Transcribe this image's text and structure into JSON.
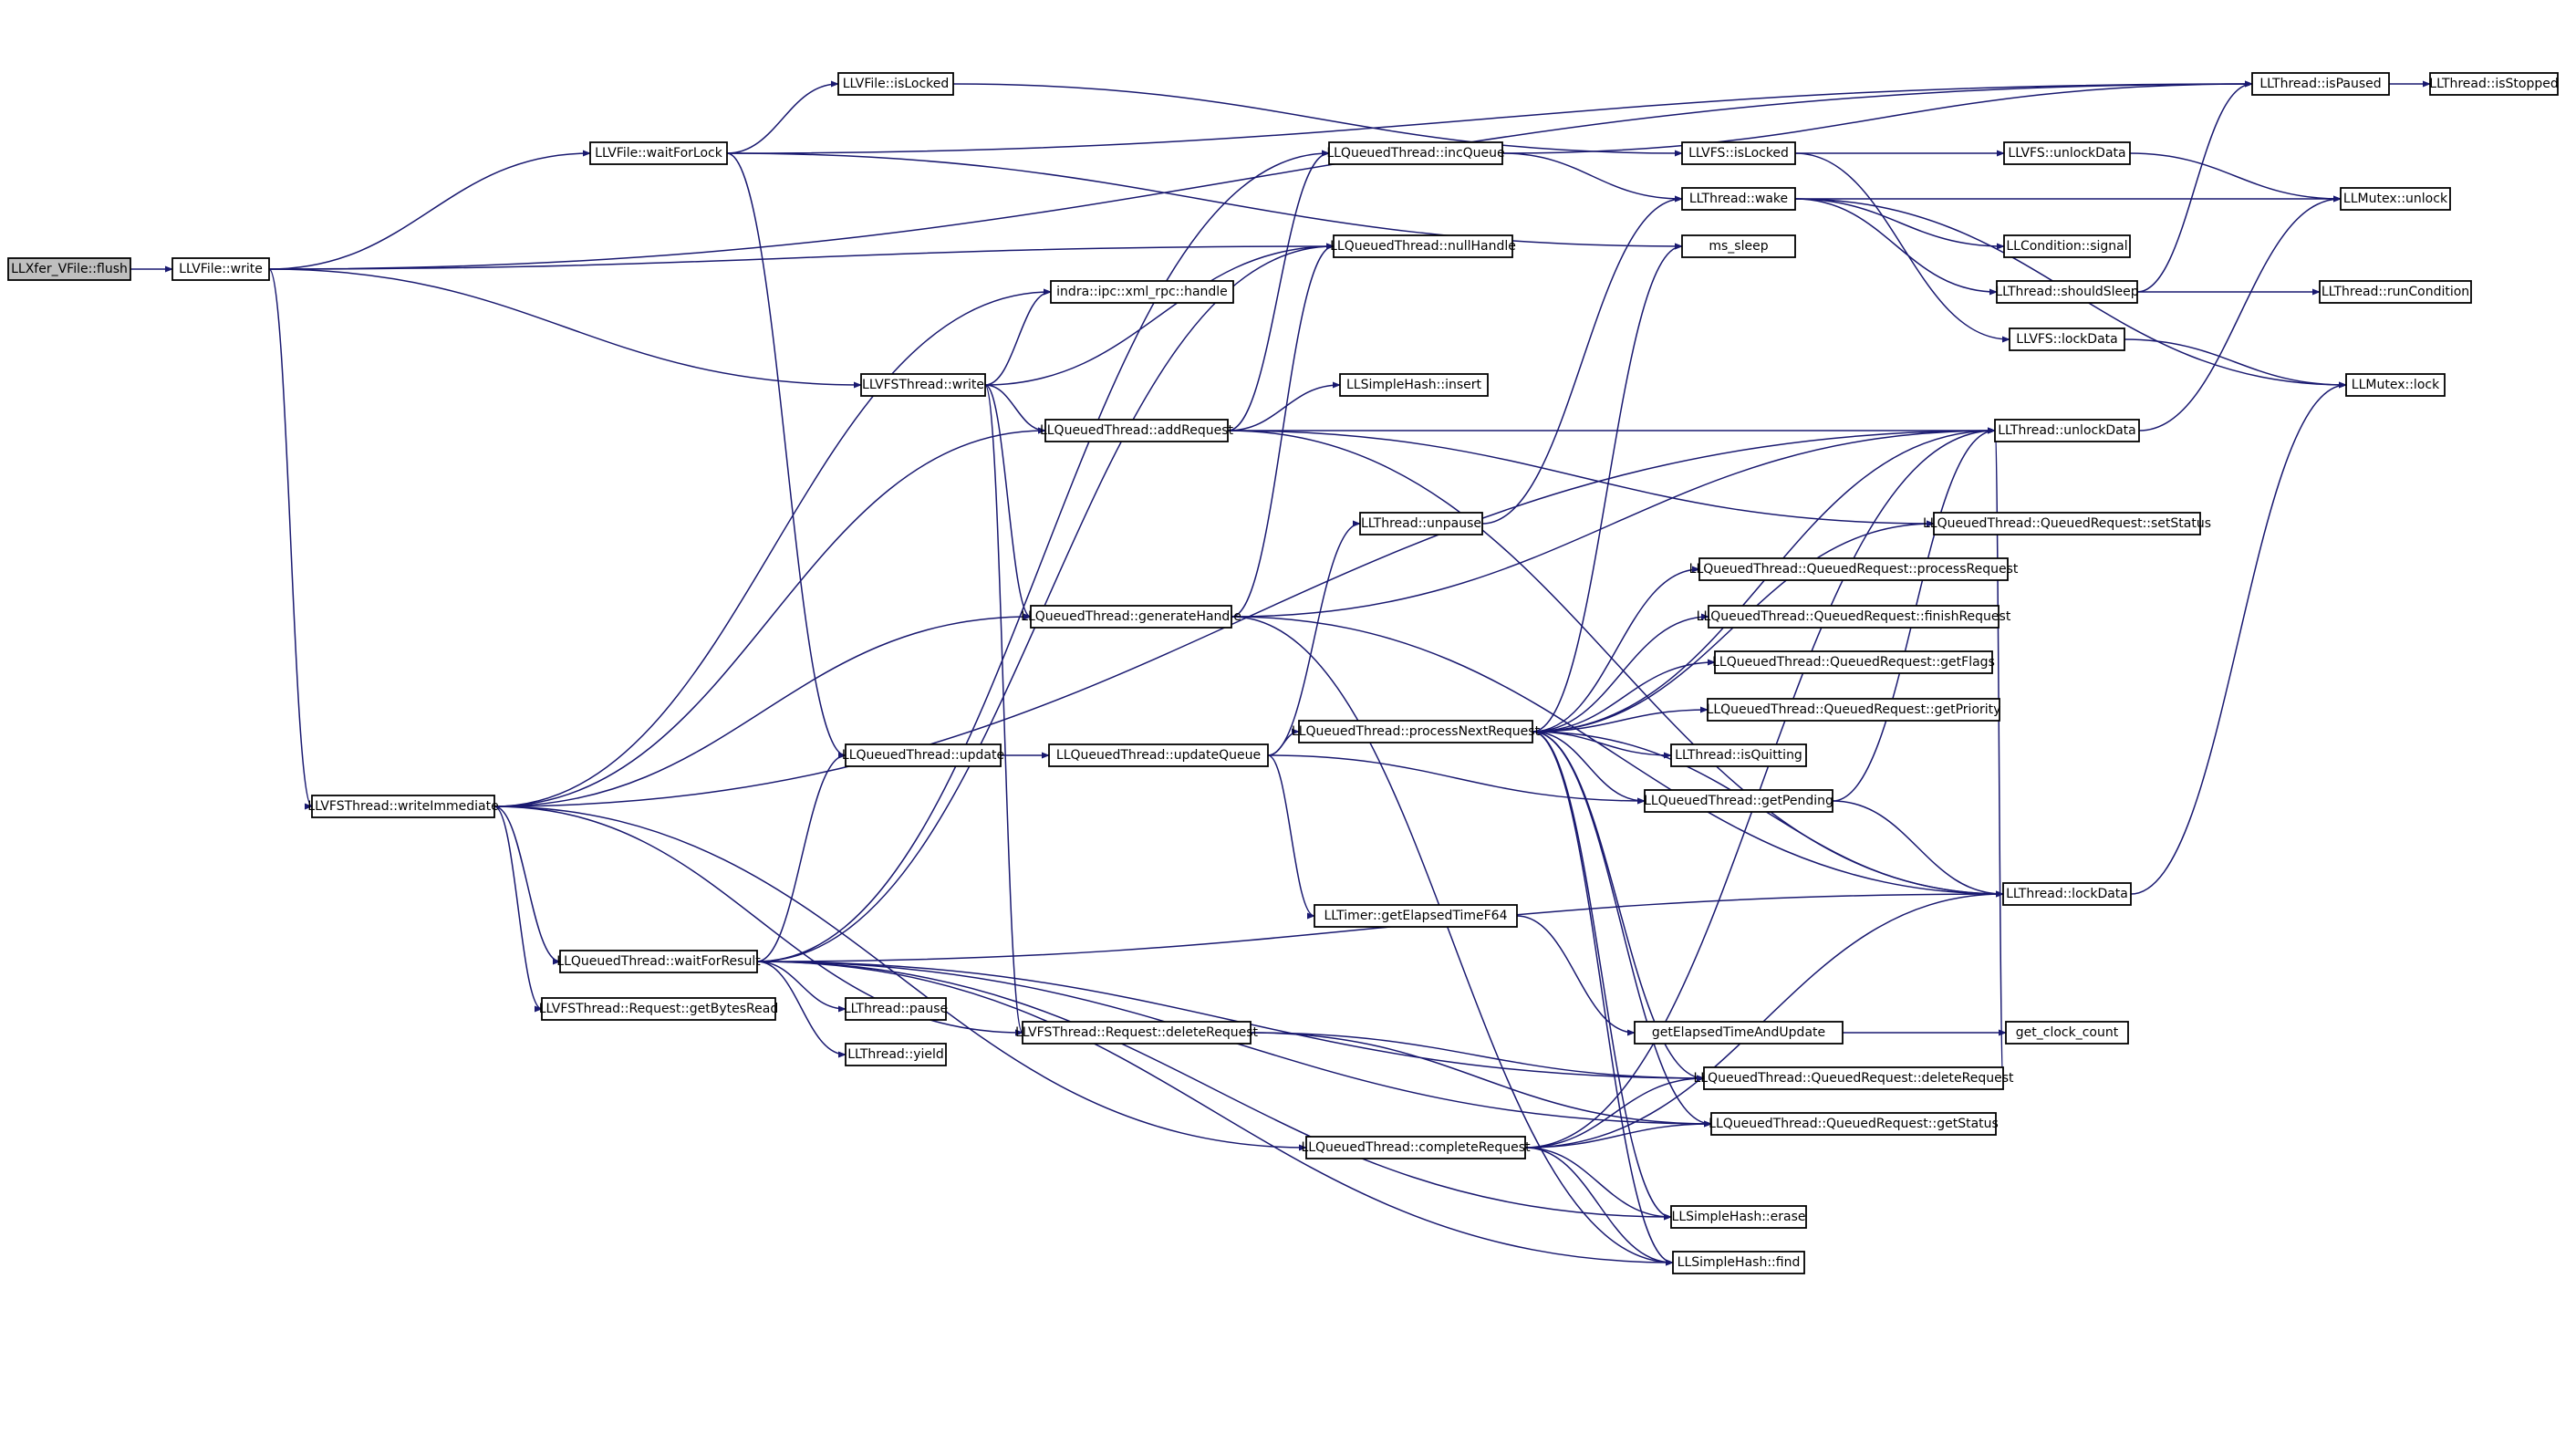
{
  "graph": {
    "root": "LLXfer_VFile::flush",
    "edge_color": "#191970",
    "root_fill": "#bfbfbf",
    "nodes": [
      {
        "id": "flush",
        "label": "LLXfer_VFile::flush"
      },
      {
        "id": "vfile_write",
        "label": "LLVFile::write"
      },
      {
        "id": "waitForLock",
        "label": "LLVFile::waitForLock"
      },
      {
        "id": "vfile_isLocked",
        "label": "LLVFile::isLocked"
      },
      {
        "id": "inqueue",
        "label": "LLQueuedThread::incQueue"
      },
      {
        "id": "nullHandle",
        "label": "LLQueuedThread::nullHandle"
      },
      {
        "id": "xmlrpc_handle",
        "label": "indra::ipc::xml_rpc::handle"
      },
      {
        "id": "vfs_write",
        "label": "LLVFSThread::write"
      },
      {
        "id": "addRequest",
        "label": "LLQueuedThread::addRequest"
      },
      {
        "id": "simplehash_insert",
        "label": "LLSimpleHash::insert"
      },
      {
        "id": "unpause",
        "label": "LLThread::unpause"
      },
      {
        "id": "generateHandle",
        "label": "LLQueuedThread::generateHandle"
      },
      {
        "id": "qt_update",
        "label": "LLQueuedThread::update"
      },
      {
        "id": "updateQueue",
        "label": "LLQueuedThread::updateQueue"
      },
      {
        "id": "processNextRequest",
        "label": "LLQueuedThread::processNextRequest"
      },
      {
        "id": "writeImmediate",
        "label": "LLVFSThread::writeImmediate"
      },
      {
        "id": "waitForResult",
        "label": "LLQueuedThread::waitForResult"
      },
      {
        "id": "getBytesRead",
        "label": "LLVFSThread::Request::getBytesRead"
      },
      {
        "id": "thread_pause",
        "label": "LLThread::pause"
      },
      {
        "id": "thread_yield",
        "label": "LLThread::yield"
      },
      {
        "id": "vfs_deleteRequest",
        "label": "LLVFSThread::Request::deleteRequest"
      },
      {
        "id": "getElapsedTimeF64",
        "label": "LLTimer::getElapsedTimeF64"
      },
      {
        "id": "completeRequest",
        "label": "LLQueuedThread::completeRequest"
      },
      {
        "id": "vfs_isLocked",
        "label": "LLVFS::isLocked"
      },
      {
        "id": "thread_wake",
        "label": "LLThread::wake"
      },
      {
        "id": "ms_sleep",
        "label": "ms_sleep"
      },
      {
        "id": "vfs_unlockData",
        "label": "LLVFS::unlockData"
      },
      {
        "id": "cond_signal",
        "label": "LLCondition::signal"
      },
      {
        "id": "shouldSleep",
        "label": "LLThread::shouldSleep"
      },
      {
        "id": "vfs_lockData",
        "label": "LLVFS::lockData"
      },
      {
        "id": "thread_unlockData",
        "label": "LLThread::unlockData"
      },
      {
        "id": "setStatus",
        "label": "LLQueuedThread::QueuedRequest::setStatus"
      },
      {
        "id": "processRequest",
        "label": "LLQueuedThread::QueuedRequest::processRequest"
      },
      {
        "id": "finishRequest",
        "label": "LLQueuedThread::QueuedRequest::finishRequest"
      },
      {
        "id": "getFlags",
        "label": "LLQueuedThread::QueuedRequest::getFlags"
      },
      {
        "id": "getPriority",
        "label": "LLQueuedThread::QueuedRequest::getPriority"
      },
      {
        "id": "isQuitting",
        "label": "LLThread::isQuitting"
      },
      {
        "id": "getPending",
        "label": "LLQueuedThread::getPending"
      },
      {
        "id": "thread_lockData",
        "label": "LLThread::lockData"
      },
      {
        "id": "getElapsedTimeAndUpdate",
        "label": "getElapsedTimeAndUpdate"
      },
      {
        "id": "get_clock_count",
        "label": "get_clock_count"
      },
      {
        "id": "qr_deleteRequest",
        "label": "LLQueuedThread::QueuedRequest::deleteRequest"
      },
      {
        "id": "getStatus",
        "label": "LLQueuedThread::QueuedRequest::getStatus"
      },
      {
        "id": "simplehash_erase",
        "label": "LLSimpleHash::erase"
      },
      {
        "id": "simplehash_find",
        "label": "LLSimpleHash::find"
      },
      {
        "id": "isPaused",
        "label": "LLThread::isPaused"
      },
      {
        "id": "isStopped",
        "label": "LLThread::isStopped"
      },
      {
        "id": "mutex_unlock",
        "label": "LLMutex::unlock"
      },
      {
        "id": "runCondition",
        "label": "LLThread::runCondition"
      },
      {
        "id": "mutex_lock",
        "label": "LLMutex::lock"
      }
    ],
    "edges": [
      [
        "flush",
        "vfile_write"
      ],
      [
        "vfile_write",
        "waitForLock"
      ],
      [
        "vfile_write",
        "nullHandle"
      ],
      [
        "vfile_write",
        "vfs_write"
      ],
      [
        "vfile_write",
        "writeImmediate"
      ],
      [
        "vfile_write",
        "isPaused"
      ],
      [
        "waitForLock",
        "vfile_isLocked"
      ],
      [
        "waitForLock",
        "ms_sleep"
      ],
      [
        "waitForLock",
        "qt_update"
      ],
      [
        "waitForLock",
        "isPaused"
      ],
      [
        "vfile_isLocked",
        "vfs_isLocked"
      ],
      [
        "vfs_isLocked",
        "vfs_unlockData"
      ],
      [
        "vfs_isLocked",
        "vfs_lockData"
      ],
      [
        "vfs_unlockData",
        "mutex_unlock"
      ],
      [
        "vfs_lockData",
        "mutex_lock"
      ],
      [
        "inqueue",
        "thread_wake"
      ],
      [
        "inqueue",
        "isPaused"
      ],
      [
        "vfs_write",
        "xmlrpc_handle"
      ],
      [
        "vfs_write",
        "addRequest"
      ],
      [
        "vfs_write",
        "generateHandle"
      ],
      [
        "vfs_write",
        "vfs_deleteRequest"
      ],
      [
        "vfs_write",
        "nullHandle"
      ],
      [
        "addRequest",
        "inqueue"
      ],
      [
        "addRequest",
        "simplehash_insert"
      ],
      [
        "addRequest",
        "setStatus"
      ],
      [
        "addRequest",
        "thread_unlockData"
      ],
      [
        "addRequest",
        "thread_lockData"
      ],
      [
        "generateHandle",
        "nullHandle"
      ],
      [
        "generateHandle",
        "thread_unlockData"
      ],
      [
        "generateHandle",
        "thread_lockData"
      ],
      [
        "generateHandle",
        "simplehash_find"
      ],
      [
        "unpause",
        "thread_wake"
      ],
      [
        "qt_update",
        "updateQueue"
      ],
      [
        "updateQueue",
        "unpause"
      ],
      [
        "updateQueue",
        "processNextRequest"
      ],
      [
        "updateQueue",
        "getPending"
      ],
      [
        "updateQueue",
        "getElapsedTimeF64"
      ],
      [
        "processNextRequest",
        "processRequest"
      ],
      [
        "processNextRequest",
        "finishRequest"
      ],
      [
        "processNextRequest",
        "getFlags"
      ],
      [
        "processNextRequest",
        "getPriority"
      ],
      [
        "processNextRequest",
        "isQuitting"
      ],
      [
        "processNextRequest",
        "getPending"
      ],
      [
        "processNextRequest",
        "thread_lockData"
      ],
      [
        "processNextRequest",
        "thread_unlockData"
      ],
      [
        "processNextRequest",
        "setStatus"
      ],
      [
        "processNextRequest",
        "ms_sleep"
      ],
      [
        "processNextRequest",
        "qr_deleteRequest"
      ],
      [
        "processNextRequest",
        "getStatus"
      ],
      [
        "processNextRequest",
        "simplehash_erase"
      ],
      [
        "processNextRequest",
        "simplehash_find"
      ],
      [
        "thread_wake",
        "cond_signal"
      ],
      [
        "thread_wake",
        "shouldSleep"
      ],
      [
        "thread_wake",
        "mutex_unlock"
      ],
      [
        "thread_wake",
        "mutex_lock"
      ],
      [
        "shouldSleep",
        "runCondition"
      ],
      [
        "shouldSleep",
        "isPaused"
      ],
      [
        "thread_unlockData",
        "mutex_unlock"
      ],
      [
        "thread_lockData",
        "mutex_lock"
      ],
      [
        "getPending",
        "thread_lockData"
      ],
      [
        "getPending",
        "thread_unlockData"
      ],
      [
        "getElapsedTimeF64",
        "getElapsedTimeAndUpdate"
      ],
      [
        "getElapsedTimeAndUpdate",
        "get_clock_count"
      ],
      [
        "isPaused",
        "isStopped"
      ],
      [
        "writeImmediate",
        "xmlrpc_handle"
      ],
      [
        "writeImmediate",
        "addRequest"
      ],
      [
        "writeImmediate",
        "generateHandle"
      ],
      [
        "writeImmediate",
        "waitForResult"
      ],
      [
        "writeImmediate",
        "getBytesRead"
      ],
      [
        "writeImmediate",
        "vfs_deleteRequest"
      ],
      [
        "writeImmediate",
        "completeRequest"
      ],
      [
        "writeImmediate",
        "thread_unlockData"
      ],
      [
        "waitForResult",
        "nullHandle"
      ],
      [
        "waitForResult",
        "inqueue"
      ],
      [
        "waitForResult",
        "qt_update"
      ],
      [
        "waitForResult",
        "thread_pause"
      ],
      [
        "waitForResult",
        "thread_yield"
      ],
      [
        "waitForResult",
        "qr_deleteRequest"
      ],
      [
        "waitForResult",
        "getStatus"
      ],
      [
        "waitForResult",
        "simplehash_erase"
      ],
      [
        "waitForResult",
        "simplehash_find"
      ],
      [
        "waitForResult",
        "thread_lockData"
      ],
      [
        "vfs_deleteRequest",
        "qr_deleteRequest"
      ],
      [
        "vfs_deleteRequest",
        "getStatus"
      ],
      [
        "completeRequest",
        "thread_unlockData"
      ],
      [
        "completeRequest",
        "thread_lockData"
      ],
      [
        "completeRequest",
        "qr_deleteRequest"
      ],
      [
        "completeRequest",
        "getStatus"
      ],
      [
        "completeRequest",
        "simplehash_erase"
      ],
      [
        "completeRequest",
        "simplehash_find"
      ],
      [
        "qr_deleteRequest",
        "thread_unlockData"
      ]
    ]
  }
}
